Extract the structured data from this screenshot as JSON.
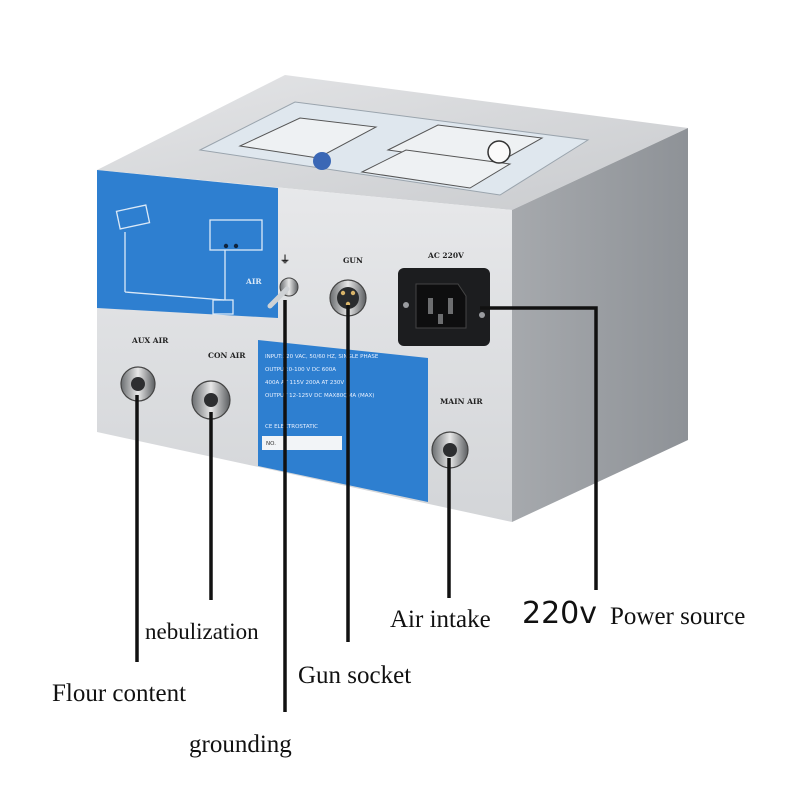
{
  "panel_labels": {
    "aux_air": "AUX AIR",
    "con_air": "CON AIR",
    "gun": "GUN",
    "ac": "AC 220V",
    "main_air": "MAIN AIR",
    "air": "AIR",
    "ground_symbol": "⏚"
  },
  "spec_plate": {
    "line1": "INPUT:220 VAC, 50/60 HZ, SINGLE PHASE",
    "line2": "OUTPUT:0-100 V DC 600A",
    "line3": "400A AT 115V 200A AT 230V",
    "line4": "OUTPUT 12-125V DC MAX80QMA (MAX)",
    "line5": "CE ELECTROSTATIC",
    "line6": "NO."
  },
  "callouts": {
    "flour_content": "Flour content",
    "nebulization": "nebulization",
    "grounding": "grounding",
    "gun_socket": "Gun socket",
    "air_intake": "Air intake",
    "voltage": "220v",
    "power_source": "Power source"
  },
  "colors": {
    "panel_blue": "#2e7fd0",
    "case_gray": "#b9bcc0",
    "case_light": "#d9dbde",
    "line": "#111111"
  }
}
